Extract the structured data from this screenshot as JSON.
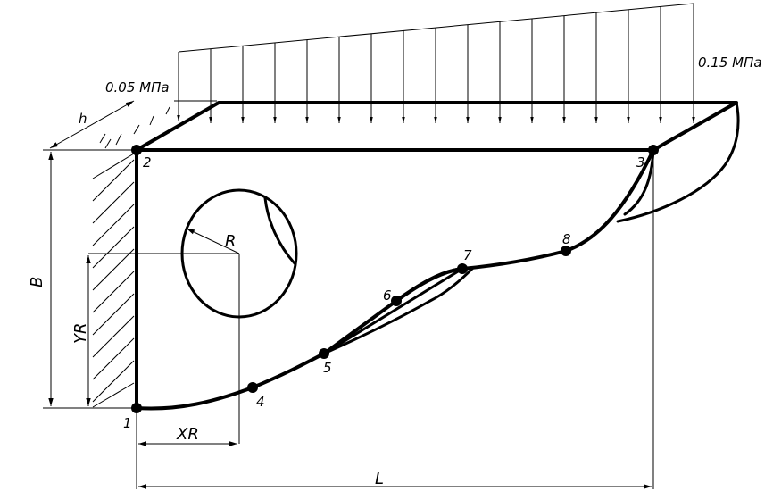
{
  "loads": {
    "left_pressure": "0.05 МПа",
    "right_pressure": "0.15 МПа"
  },
  "dimensions": {
    "thickness": "h",
    "height": "B",
    "length": "L",
    "hole_radius": "R",
    "hole_x": "XR",
    "hole_y": "YR"
  },
  "points": {
    "p1": "1",
    "p2": "2",
    "p3": "3",
    "p4": "4",
    "p5": "5",
    "p6": "6",
    "p7": "7",
    "p8": "8"
  }
}
